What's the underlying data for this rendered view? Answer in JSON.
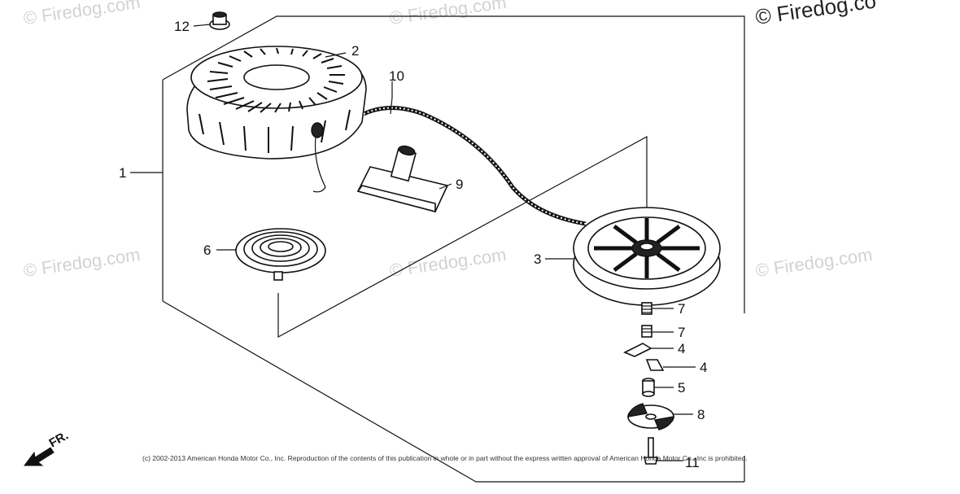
{
  "watermarks": {
    "text": "© Firedog.com",
    "top_right": "© Firedog.co"
  },
  "callouts": {
    "c1": "1",
    "c2": "2",
    "c3": "3",
    "c4a": "4",
    "c4b": "4",
    "c5": "5",
    "c6": "6",
    "c7a": "7",
    "c7b": "7",
    "c8": "8",
    "c9": "9",
    "c10": "10",
    "c11": "11",
    "c12": "12"
  },
  "direction": {
    "label": "FR."
  },
  "copyright": "(c) 2002-2013 American Honda Motor Co., Inc. Reproduction of the contents of this publication in whole or in part without the express written approval of American Honda Motor Co., Inc is prohibited."
}
